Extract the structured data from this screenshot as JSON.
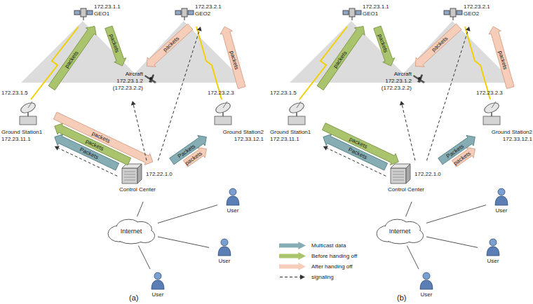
{
  "diagram": {
    "nodes": [
      {
        "text": [
          "172.23.1.1",
          "GEO1"
        ]
      },
      {
        "text": [
          "172.23.2.1",
          "GEO2"
        ]
      },
      {
        "text": [
          "Aircraft",
          "172.23.1.2",
          "(172.23.2.2)"
        ]
      },
      {
        "text": [
          "172.23.1.5",
          "Ground Station1",
          "172.23.11.1"
        ]
      },
      {
        "text": [
          "172.23.2.3",
          "Ground Station2",
          "172.33.12.1"
        ]
      },
      {
        "text": [
          "172.22.1.0",
          "Control Center"
        ]
      },
      {
        "text": [
          "Internet"
        ]
      },
      {
        "text": [
          "User"
        ]
      },
      {
        "text": [
          "User"
        ]
      },
      {
        "text": [
          "User"
        ]
      },
      {
        "text": [
          "172.23.1.1",
          "GEO1"
        ]
      },
      {
        "text": [
          "172.23.2.1",
          "GEO2"
        ]
      },
      {
        "text": [
          "Aircraft",
          "172.23.1.2",
          "(172.23.2.2)"
        ]
      },
      {
        "text": [
          "172.23.1.5",
          "Ground Station1",
          "172.23.11.1"
        ]
      },
      {
        "text": [
          "172.23.2.3",
          "Ground Station2",
          "172.33.12.1"
        ]
      },
      {
        "text": [
          "172.22.1.0",
          "Control Center"
        ]
      },
      {
        "text": [
          "Internet"
        ]
      },
      {
        "text": [
          "User"
        ]
      },
      {
        "text": [
          "User"
        ]
      },
      {
        "text": [
          "User"
        ]
      }
    ],
    "edges": [
      {
        "from": 3,
        "to": 0,
        "arrow": "to",
        "label": "packets"
      },
      {
        "from": 0,
        "to": 2,
        "arrow": "to",
        "label": "packets"
      },
      {
        "from": 1,
        "to": 2,
        "arrow": "to",
        "label": "packets"
      },
      {
        "from": 4,
        "to": 1,
        "arrow": "to",
        "label": "packets"
      },
      {
        "from": 5,
        "to": 3,
        "arrow": "to",
        "label": "Packets"
      },
      {
        "from": 5,
        "to": 3,
        "arrow": "to",
        "label": "packets"
      },
      {
        "from": 3,
        "to": 5,
        "arrow": "to",
        "label": "packets"
      },
      {
        "from": 5,
        "to": 3,
        "arrow": "to"
      },
      {
        "from": 5,
        "to": 4,
        "arrow": "to",
        "label": "packets"
      },
      {
        "from": 5,
        "to": 4,
        "arrow": "to",
        "label": "Packets"
      },
      {
        "from": 5,
        "to": 2,
        "arrow": "to"
      },
      {
        "from": 5,
        "to": 1,
        "arrow": "to"
      },
      {
        "from": 6,
        "to": 5,
        "arrow": "none"
      },
      {
        "from": 6,
        "to": 7,
        "arrow": "none"
      },
      {
        "from": 6,
        "to": 8,
        "arrow": "none"
      },
      {
        "from": 6,
        "to": 9,
        "arrow": "none"
      },
      {
        "from": 13,
        "to": 10,
        "arrow": "to",
        "label": "packets"
      },
      {
        "from": 10,
        "to": 12,
        "arrow": "to",
        "label": "packets"
      },
      {
        "from": 11,
        "to": 12,
        "arrow": "to",
        "label": "packets"
      },
      {
        "from": 14,
        "to": 11,
        "arrow": "to",
        "label": "packets"
      },
      {
        "from": 15,
        "to": 13,
        "arrow": "to",
        "label": "Packets"
      },
      {
        "from": 13,
        "to": 15,
        "arrow": "to",
        "label": "packets"
      },
      {
        "from": 15,
        "to": 13,
        "arrow": "to"
      },
      {
        "from": 15,
        "to": 14,
        "arrow": "to",
        "label": "packets"
      },
      {
        "from": 15,
        "to": 14,
        "arrow": "to",
        "label": "Packets"
      },
      {
        "from": 15,
        "to": 12,
        "arrow": "to"
      },
      {
        "from": 15,
        "to": 11,
        "arrow": "to"
      },
      {
        "from": 16,
        "to": 15,
        "arrow": "none"
      },
      {
        "from": 16,
        "to": 17,
        "arrow": "none"
      },
      {
        "from": 16,
        "to": 18,
        "arrow": "none"
      },
      {
        "from": 16,
        "to": 19,
        "arrow": "none"
      }
    ],
    "labels": [
      "(a)",
      "(b)"
    ],
    "legend": [
      {
        "text": "Multicast data",
        "color": "#86adb4"
      },
      {
        "text": "Before handing off",
        "color": "#a9c46c"
      },
      {
        "text": "After handing off",
        "color": "#f6cdb8"
      },
      {
        "text": "signaling"
      }
    ]
  }
}
